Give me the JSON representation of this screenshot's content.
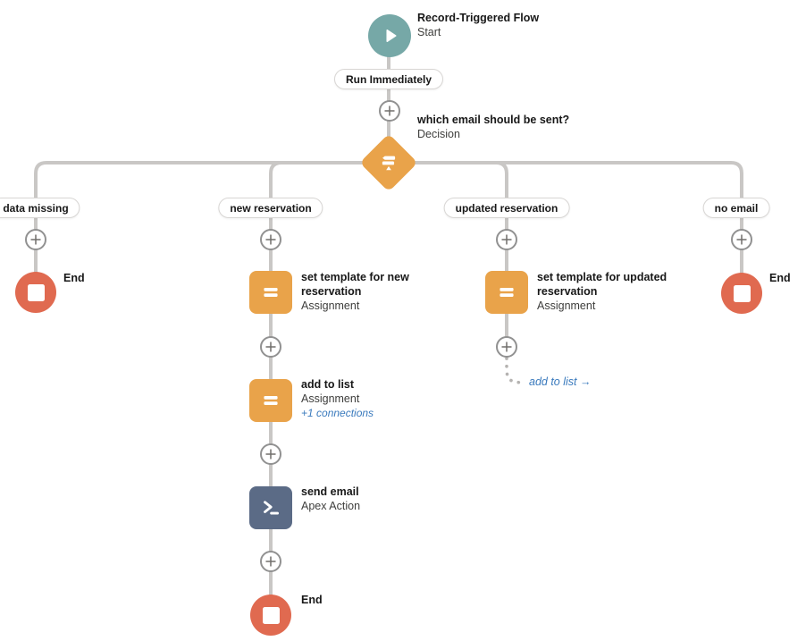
{
  "flow": {
    "start": {
      "title": "Record-Triggered Flow",
      "subtitle": "Start",
      "badge": "Run Immediately"
    },
    "decision": {
      "title": "which email should be sent?",
      "subtitle": "Decision"
    },
    "branch_labels": [
      "data missing",
      "new reservation",
      "updated reservation",
      "no email"
    ],
    "nodes": {
      "end_left": {
        "title": "End"
      },
      "set_template_new": {
        "title": "set template for new reservation",
        "subtitle": "Assignment"
      },
      "add_to_list": {
        "title": "add to list",
        "subtitle": "Assignment",
        "link": "+1 connections"
      },
      "send_email": {
        "title": "send email",
        "subtitle": "Apex Action"
      },
      "end_bottom": {
        "title": "End"
      },
      "set_template_updated": {
        "title": "set template for updated reservation",
        "subtitle": "Assignment"
      },
      "goto_link": {
        "label": "add to list →"
      },
      "end_right": {
        "title": "End"
      }
    },
    "colors": {
      "start_teal": "#76a8a7",
      "element_orange": "#e9a34a",
      "apex_slate": "#5b6b86",
      "end_red": "#e06a50",
      "connector_gray": "#c9c7c5",
      "link_blue": "#3a7abd"
    }
  }
}
